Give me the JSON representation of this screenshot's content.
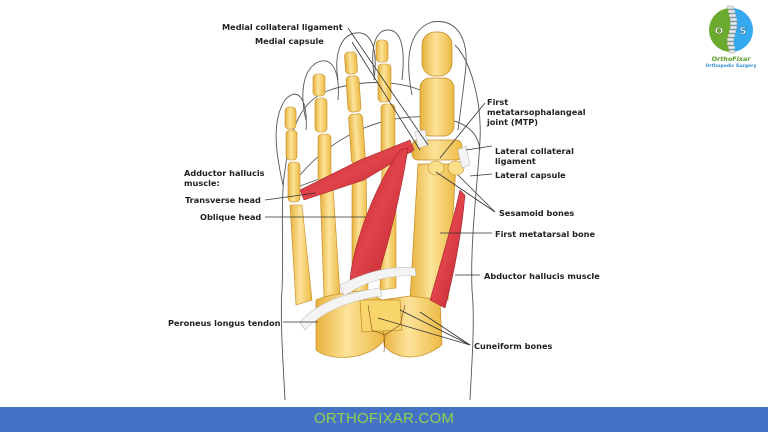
{
  "diagram": {
    "subject": "Plantar view of the foot showing adductor hallucis and first MTP joint structures",
    "labels": {
      "medial_collateral_ligament": "Medial collateral ligament",
      "medial_capsule": "Medial capsule",
      "first_mtp_line1": "First",
      "first_mtp_line2": "metatarsophalangeal",
      "first_mtp_line3": "joint (MTP)",
      "lateral_collateral_line1": "Lateral collateral",
      "lateral_collateral_line2": "ligament",
      "lateral_capsule": "Lateral capsule",
      "adductor_line1": "Adductor hallucis",
      "adductor_line2": "muscle:",
      "transverse_head": "Transverse head",
      "oblique_head": "Oblique head",
      "sesamoid_bones": "Sesamoid bones",
      "first_metatarsal_bone": "First metatarsal bone",
      "abductor_hallucis_muscle": "Abductor hallucis muscle",
      "peroneus_longus_tendon": "Peroneus longus tendon",
      "cuneiform_bones": "Cuneiform bones"
    },
    "colors": {
      "bone": "#f7cf5a",
      "bone_highlight": "#fde9a6",
      "bone_shadow": "#e0a82e",
      "muscle": "#d8323a",
      "tendon": "#f1f1f1",
      "outline": "#555555",
      "leader_line": "#333333"
    }
  },
  "logo": {
    "icon": "spine-logo-icon",
    "name": "OrthoFixar",
    "tagline": "Orthopedic Surgery",
    "colors": {
      "green": "#6aaa2e",
      "blue": "#35a9f0"
    }
  },
  "footer": {
    "text": "ORTHOFIXAR.COM",
    "background": "#4472c4",
    "text_color": "#92d050"
  }
}
